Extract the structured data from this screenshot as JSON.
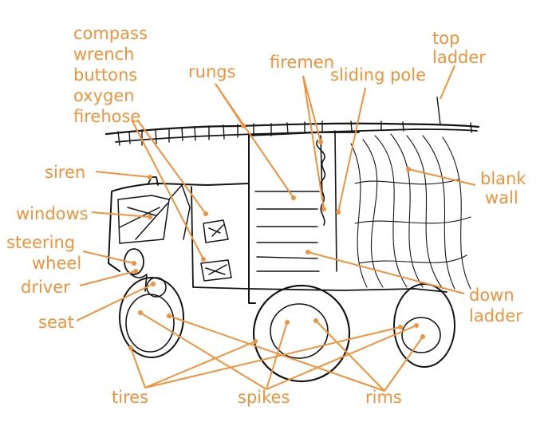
{
  "diagram": {
    "labels": {
      "compass": "compass",
      "wrench": "wrench",
      "buttons": "buttons",
      "oxygen": "oxygen",
      "firehose": "firehose",
      "rungs": "rungs",
      "firemen": "firemen",
      "sliding_pole": "sliding pole",
      "top": "top",
      "ladder_top": "ladder",
      "siren": "siren",
      "blank": "blank",
      "wall": "wall",
      "windows": "windows",
      "steering": "steering",
      "wheel": "wheel",
      "driver": "driver",
      "seat": "seat",
      "down": "down",
      "ladder_down": "ladder",
      "tires": "tires",
      "spikes": "spikes",
      "rims": "rims"
    },
    "colors": {
      "label": "#f0923a",
      "ink": "#141414"
    }
  }
}
